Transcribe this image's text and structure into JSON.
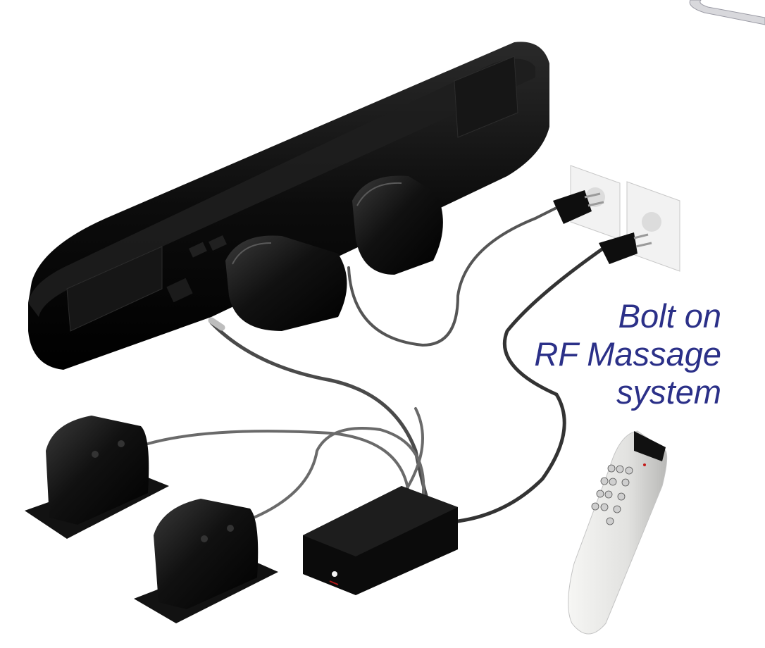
{
  "caption": {
    "line1": "Bolt on",
    "line2": "RF Massage",
    "line3": "system"
  },
  "colors": {
    "caption_text": "#2b3088",
    "product_black": "#0a0a0a",
    "remote_white": "#e8e8e6",
    "socket_white": "#f2f2f2",
    "cable_grey": "#6a6a6a"
  },
  "components": [
    {
      "name": "massage-motor-bar"
    },
    {
      "name": "massage-motor-units",
      "count": 2
    },
    {
      "name": "vibration-pads",
      "count": 2
    },
    {
      "name": "control-box"
    },
    {
      "name": "wall-sockets",
      "count": 2
    },
    {
      "name": "power-plugs",
      "count": 2
    },
    {
      "name": "rf-remote-control"
    }
  ]
}
